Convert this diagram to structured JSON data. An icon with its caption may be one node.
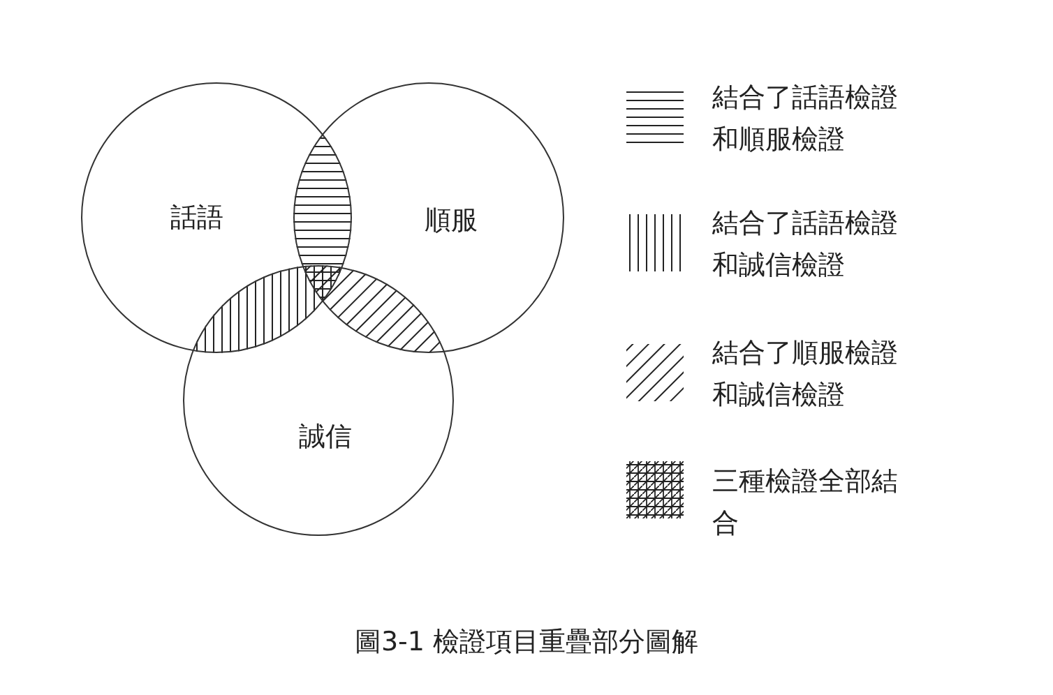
{
  "diagram": {
    "caption": "圖3-1 檢證項目重疊部分圖解",
    "nodes": [
      {
        "text": [
          "話語"
        ]
      },
      {
        "text": [
          "順服"
        ]
      },
      {
        "text": [
          "誠信"
        ]
      }
    ],
    "legend": [
      {
        "text": "結合了話語檢證和順服檢證"
      },
      {
        "text": "結合了話語檢證和誠信檢證"
      },
      {
        "text": "結合了順服檢證和誠信檢證"
      },
      {
        "text": "三種檢證全部結合"
      }
    ]
  }
}
